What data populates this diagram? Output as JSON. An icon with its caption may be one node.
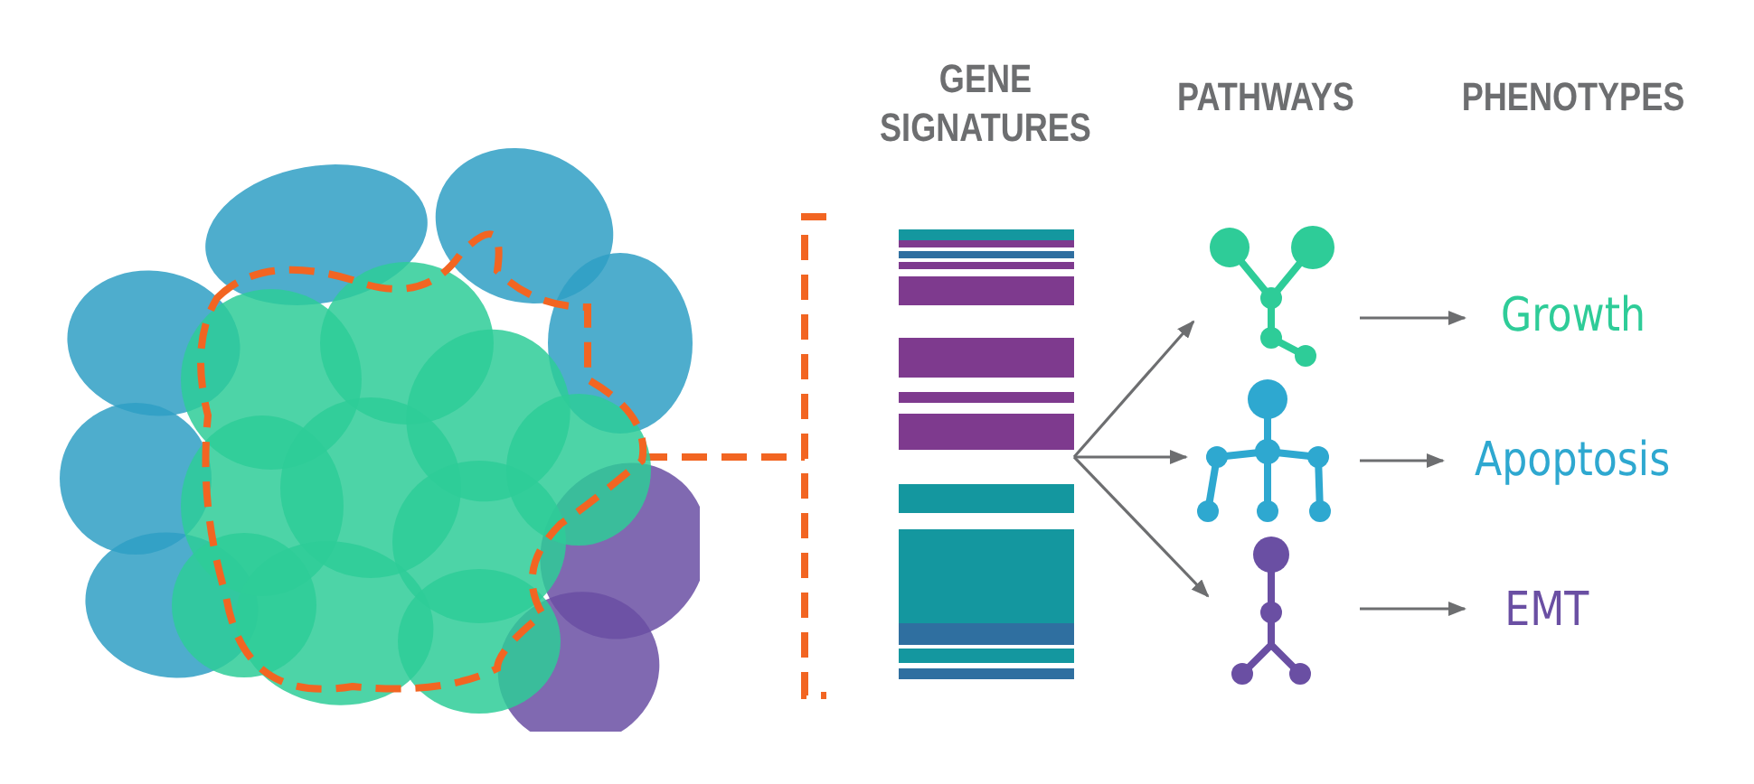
{
  "diagram": {
    "nodes": [
      {
        "text": [],
        "shape": "picture"
      },
      {
        "text": [],
        "shape": "bar"
      },
      {
        "text": [],
        "shape": "picture"
      },
      {
        "text": [],
        "shape": "picture"
      },
      {
        "text": [],
        "shape": "picture"
      },
      {
        "text": [
          "Growth"
        ]
      },
      {
        "text": [
          "Apoptosis"
        ]
      },
      {
        "text": [
          "EMT"
        ]
      }
    ],
    "edges": [
      {
        "from": 0,
        "to": 1,
        "arrow": "none",
        "style": "dashed",
        "color": "#f26522"
      },
      {
        "from": 1,
        "to": 2,
        "arrow": "to"
      },
      {
        "from": 1,
        "to": 3,
        "arrow": "to"
      },
      {
        "from": 1,
        "to": 4,
        "arrow": "to"
      },
      {
        "from": 2,
        "to": 5,
        "arrow": "to"
      },
      {
        "from": 3,
        "to": 6,
        "arrow": "to"
      },
      {
        "from": 4,
        "to": 7,
        "arrow": "to"
      }
    ],
    "labels": [
      "GENE SIGNATURES",
      "PATHWAYS",
      "PHENOTYPES"
    ]
  }
}
